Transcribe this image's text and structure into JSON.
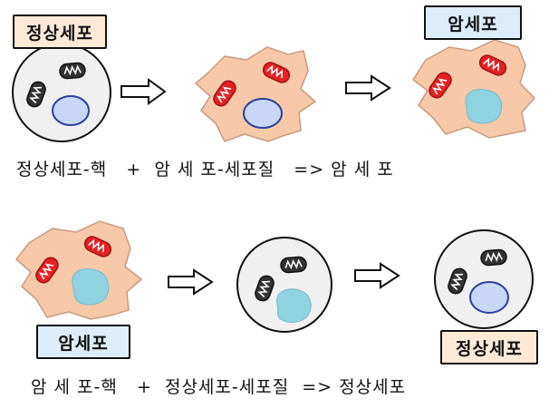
{
  "labels": {
    "normal_cell": "정상세포",
    "cancer_cell": "암세포"
  },
  "captions": {
    "row1": "정상세포-핵   +  암 세 포-세포질   => 암 세 포",
    "row2": "암 세 포-핵   +  정상세포-세포질  => 정상세포"
  },
  "colors": {
    "normal_label_fill": "#fde9d6",
    "cancer_label_fill": "#dcecf8",
    "normal_cytoplasm": "#f0f0f0",
    "cancer_cytoplasm": "#f8c9a8",
    "normal_nucleus": "#c8d7f5",
    "cancer_nucleus": "#8fd2e0",
    "normal_mito": "#333333",
    "cancer_mito": "#e52222"
  }
}
